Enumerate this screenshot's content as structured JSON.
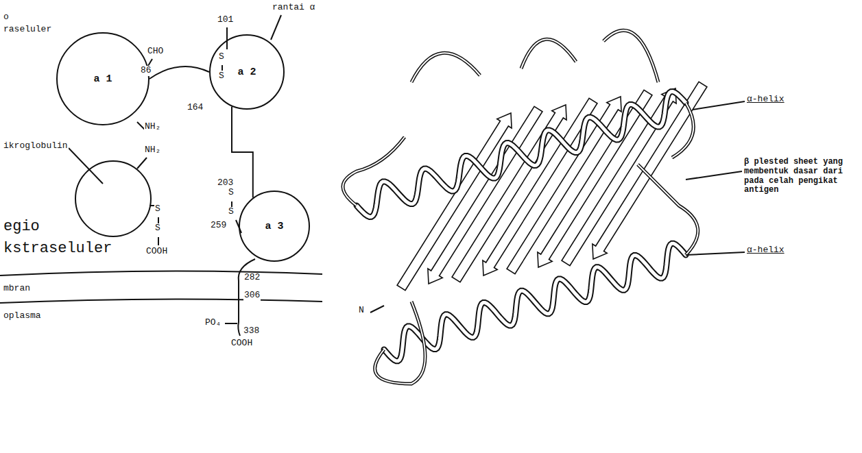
{
  "diagram": {
    "nodes": [
      {
        "text": [
          "a 1"
        ]
      },
      {
        "text": [
          "a 2"
        ]
      },
      {
        "text": [
          "a 3"
        ]
      }
    ],
    "edges": [
      {
        "from": 0,
        "to": 1,
        "arrow": "none"
      },
      {
        "from": 1,
        "to": 2,
        "arrow": "none"
      }
    ],
    "labels": [
      "o",
      "raseluler",
      "rantai α",
      "86",
      "CHO",
      "101",
      "S",
      "S",
      "164",
      "NH₂",
      "NH₂",
      "ikroglobulin",
      "S",
      "S",
      "COOH",
      "203",
      "S",
      "S",
      "259",
      "egio",
      "kstraseluler",
      "282",
      "306",
      "mbran",
      "oplasma",
      "PO₄",
      "338",
      "COOH",
      "α-helix",
      "β plested sheet yang membentuk dasar dari pada celah pengikat antigen",
      "α-helix",
      "N"
    ]
  }
}
